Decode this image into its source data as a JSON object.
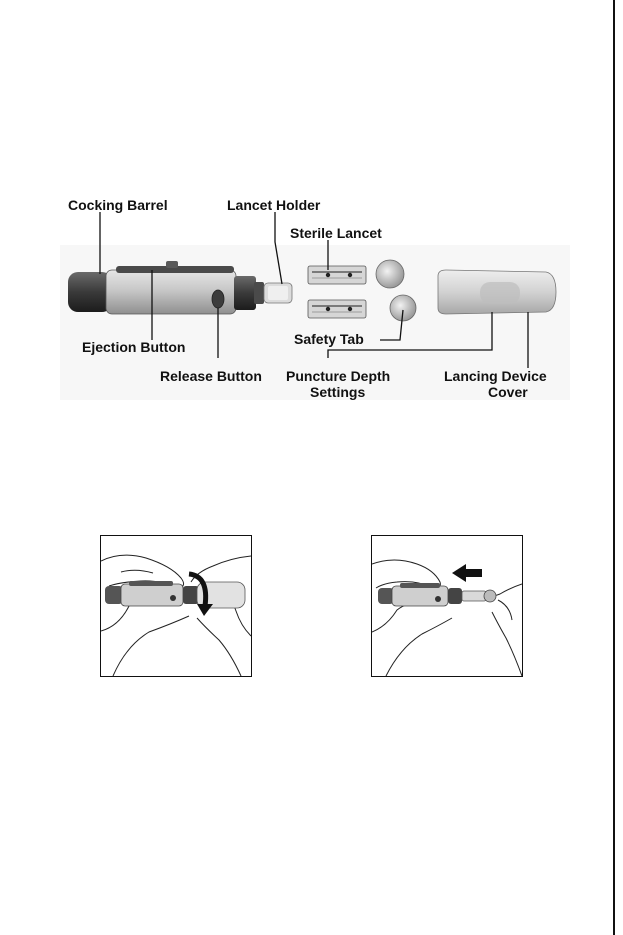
{
  "labels": {
    "cocking_barrel": "Cocking Barrel",
    "lancet_holder": "Lancet Holder",
    "sterile_lancet": "Sterile Lancet",
    "ejection_button": "Ejection Button",
    "safety_tab": "Safety Tab",
    "release_button": "Release Button",
    "puncture_depth_line1": "Puncture Depth",
    "puncture_depth_line2": "Settings",
    "lancing_cover_line1": "Lancing Device",
    "lancing_cover_line2": "Cover"
  }
}
